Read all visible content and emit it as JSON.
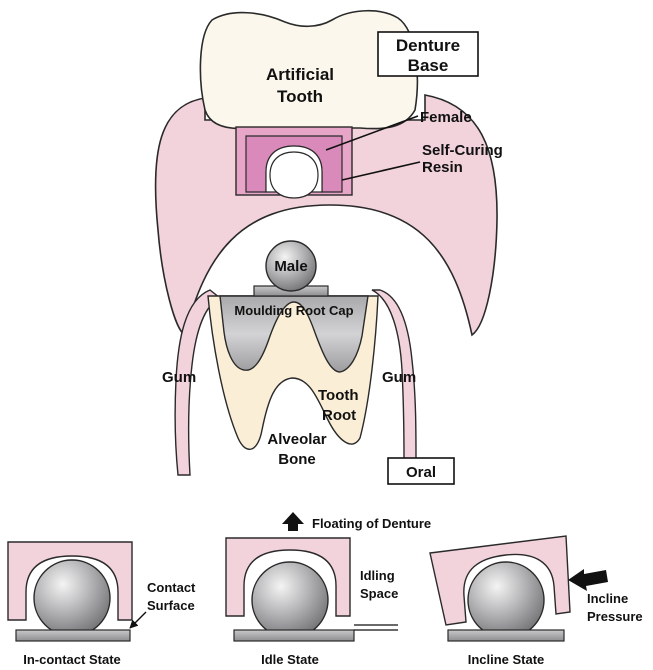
{
  "labels": {
    "denture_base": [
      "Denture",
      "Base"
    ],
    "artificial_tooth": [
      "Artificial",
      "Tooth"
    ],
    "female": "Female",
    "self_curing_resin": [
      "Self-Curing",
      "Resin"
    ],
    "male": "Male",
    "moulding_root_cap": "Moulding Root Cap",
    "gum_left": "Gum",
    "gum_right": "Gum",
    "tooth_root": [
      "Tooth",
      "Root"
    ],
    "alveolar_bone": [
      "Alveolar",
      "Bone"
    ],
    "oral": "Oral"
  },
  "states": {
    "floating": "Floating of Denture",
    "contact_surface": [
      "Contact",
      "Surface"
    ],
    "idling_space": [
      "Idling",
      "Space"
    ],
    "incline_pressure": [
      "Incline",
      "Pressure"
    ],
    "in_contact": "In-contact State",
    "idle": "Idle State",
    "incline": "Incline State"
  },
  "colors": {
    "denture_pink": "#f2d3dc",
    "female_magenta": "#d98aba",
    "tooth_cream": "#fbf7ec",
    "root_cream": "#fbeed7",
    "cap_gray": "#b8b8ba",
    "ball_gray": "#9a9a9c",
    "outline": "#2a2a2a"
  }
}
